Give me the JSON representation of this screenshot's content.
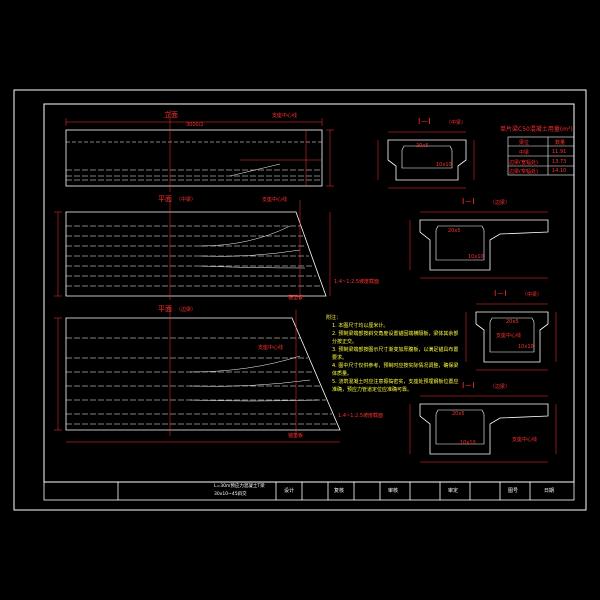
{
  "views": {
    "elevation": {
      "title": "立面",
      "dim": "3000/2",
      "center": "支座中心线"
    },
    "plan_mid": {
      "title": "平面",
      "sub": "（中梁）",
      "center": "支座中心线",
      "slope": "1:4~1:2.5坡度截面",
      "mark": "锚垫板"
    },
    "plan_side": {
      "title": "平面",
      "sub": "（边梁）",
      "center": "支座中心线",
      "slope": "1:4~1:2.5坡度截面",
      "mark": "锚垫板"
    }
  },
  "sections": {
    "s1": {
      "title": "I－I",
      "sub": "（中梁）",
      "dim1": "20x5",
      "dim2": "10x10"
    },
    "s2": {
      "title": "I－I",
      "sub": "（边梁）",
      "dim1": "20x5",
      "dim2": "10x10"
    },
    "s3": {
      "title": "I－I",
      "sub": "（中梁）",
      "dim1": "20x5",
      "dim2": "10x10",
      "center": "支座中心线"
    },
    "s4": {
      "title": "I－I",
      "sub": "（边梁）",
      "dim1": "20x5",
      "dim2": "10x10",
      "center": "支座中心线"
    }
  },
  "quantity_table": {
    "title": "单片梁C50混凝土用量(m³)",
    "header": [
      "梁位",
      "数量"
    ],
    "rows": [
      [
        "中梁",
        "11.91"
      ],
      [
        "边梁(宽幅处)",
        "13.73"
      ],
      [
        "边梁(窄幅处)",
        "14.10"
      ]
    ]
  },
  "notes": {
    "heading": "附注：",
    "items": [
      "1. 本图尺寸均以厘米计。",
      "2. 预制梁端部按斜交角度设置锚固端横隔板，梁体其余部分按正交。",
      "3. 预制梁端部按图示尺寸渐变加厚腹板，以满足锚具布置要求。",
      "4. 图中尺寸仅供参考，预制时应按实际情况调整，确保梁体质量。",
      "5. 浇筑混凝土时应注意振捣密实，支座处预埋钢板位置应准确，预应力管道定位应准确可靠。"
    ]
  },
  "title_block": {
    "project_line1": "L=30m预应力混凝土T梁",
    "project_line2": "30x10~45斜交",
    "cells": [
      "设计",
      "复核",
      "审核",
      "审定",
      "图号",
      "日期"
    ]
  },
  "colors": {
    "background": "#000000",
    "frame": "#ffffff",
    "outline": "#ffffff",
    "dim": "#ff3030",
    "text_main": "#ff3030",
    "text_note": "#ffff40",
    "hidden": "#ffffff"
  }
}
